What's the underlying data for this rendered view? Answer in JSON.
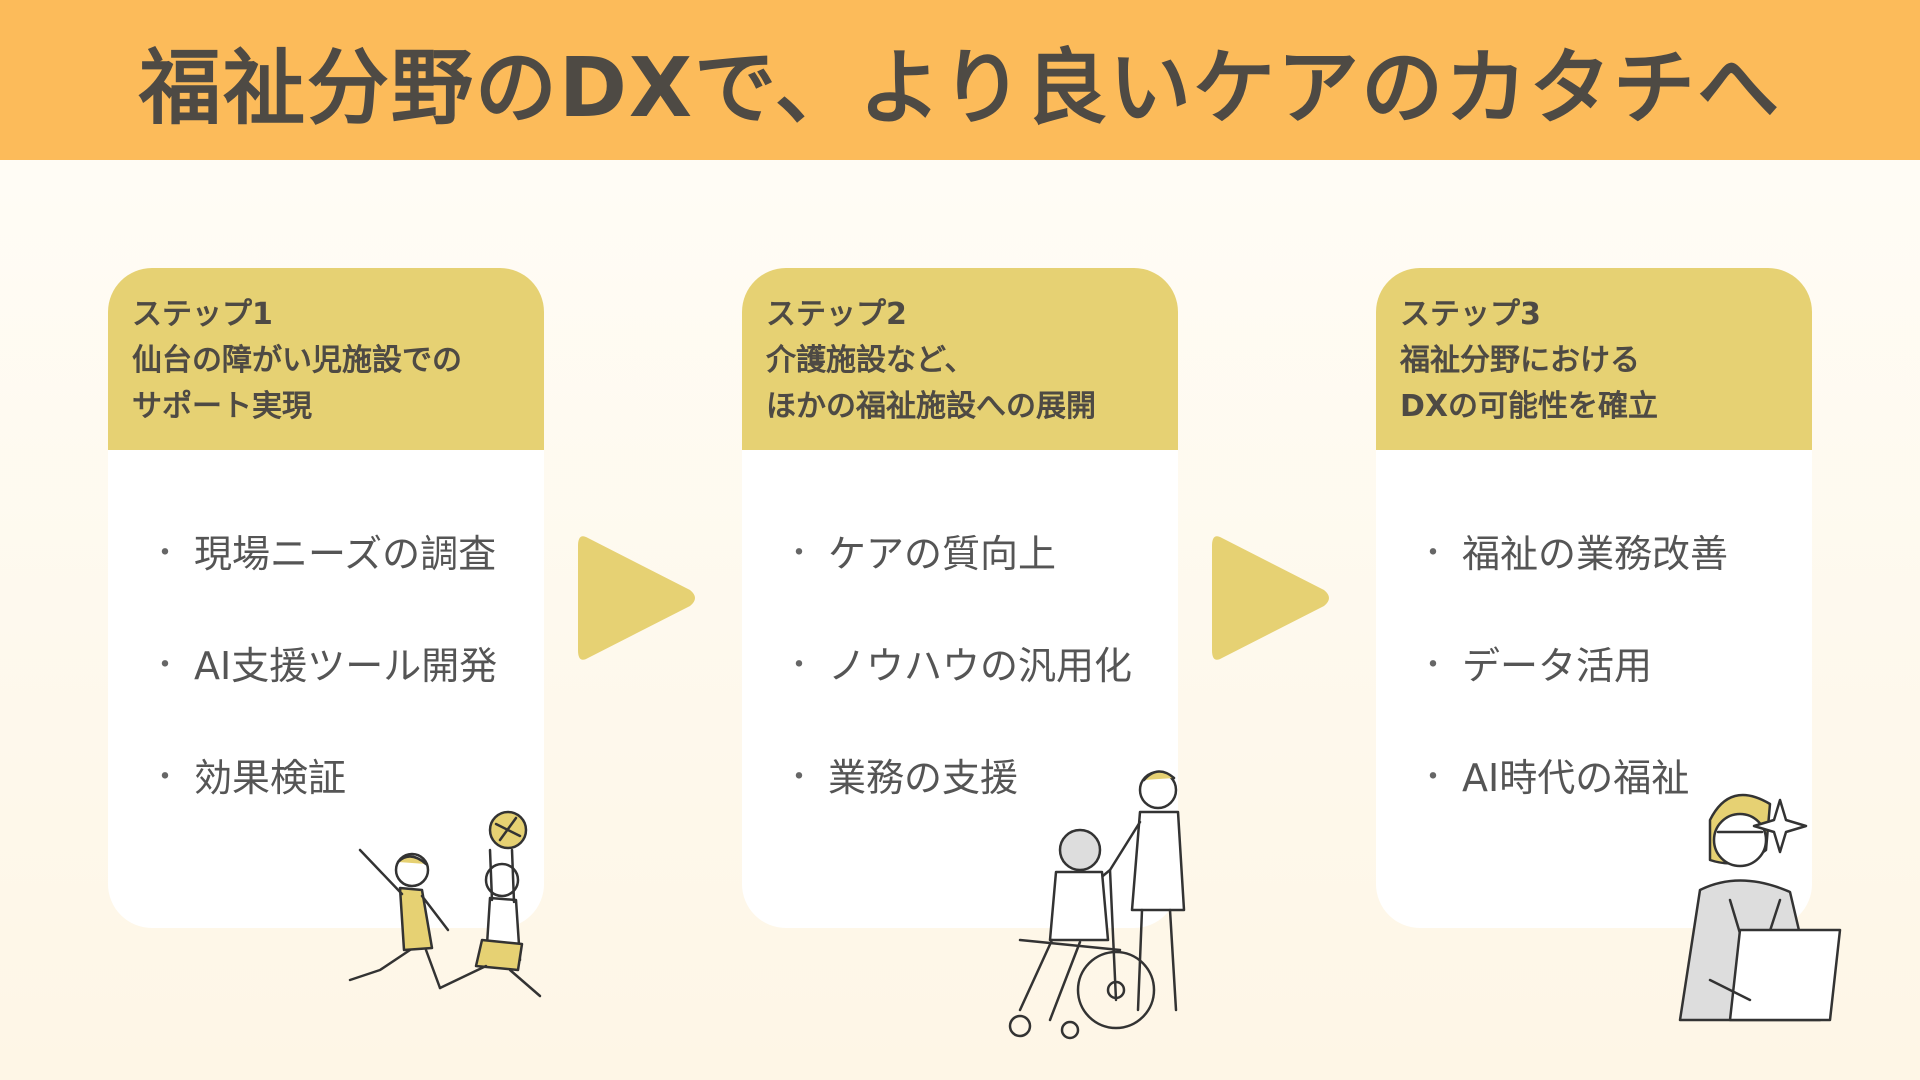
{
  "title": "福祉分野のDXで、より良いケアのカタチへ",
  "colors": {
    "banner": "#fcbb5a",
    "card_header": "#e6d173",
    "arrow": "#e6d173",
    "text_dark": "#4e4a44",
    "text_body": "#555555"
  },
  "steps": [
    {
      "label": "ステップ1",
      "heading_lines": [
        "仙台の障がい児施設での",
        "サポート実現"
      ],
      "items": [
        "現場ニーズの調査",
        "AI支援ツール開発",
        "効果検証"
      ],
      "bullet": "・"
    },
    {
      "label": "ステップ2",
      "heading_lines": [
        "介護施設など、",
        "ほかの福祉施設への展開"
      ],
      "items": [
        "ケアの質向上",
        "ノウハウの汎用化",
        "業務の支援"
      ],
      "bullet": "・"
    },
    {
      "label": "ステップ3",
      "heading_lines": [
        "福祉分野における",
        "DXの可能性を確立"
      ],
      "items": [
        "福祉の業務改善",
        "データ活用",
        "AI時代の福祉"
      ],
      "bullet": "・"
    }
  ],
  "icons": {
    "arrow": "play-triangle-icon",
    "illustration_1": "children-playing-illustration",
    "illustration_2": "caregiver-wheelchair-illustration",
    "illustration_3": "woman-with-tablet-illustration"
  }
}
